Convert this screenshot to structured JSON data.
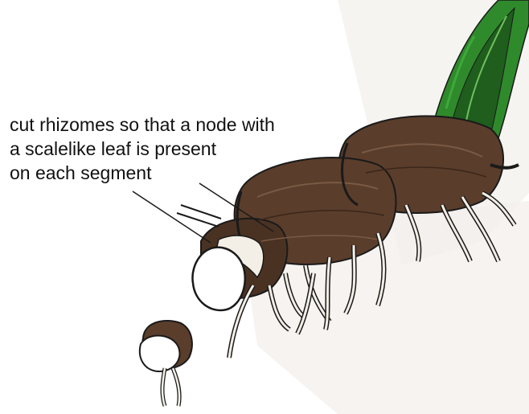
{
  "annotation": {
    "lines": [
      "cut rhizomes so that a node with",
      "a scalelike leaf is present",
      "on each segment"
    ]
  },
  "colors": {
    "rhizome": "#5a3d2b",
    "rhizome_dark": "#3a261a",
    "rhizome_highlight": "#7a5a44",
    "leaf": "#2f8a2c",
    "leaf_dark": "#1f5e1d",
    "root": "#f3efe6",
    "outline": "#1a1a1a",
    "paper": "#f4f1ee"
  },
  "icons": [
    "rhizome-illustration",
    "leaf-blades",
    "roots",
    "cut-segment",
    "leader-line"
  ]
}
